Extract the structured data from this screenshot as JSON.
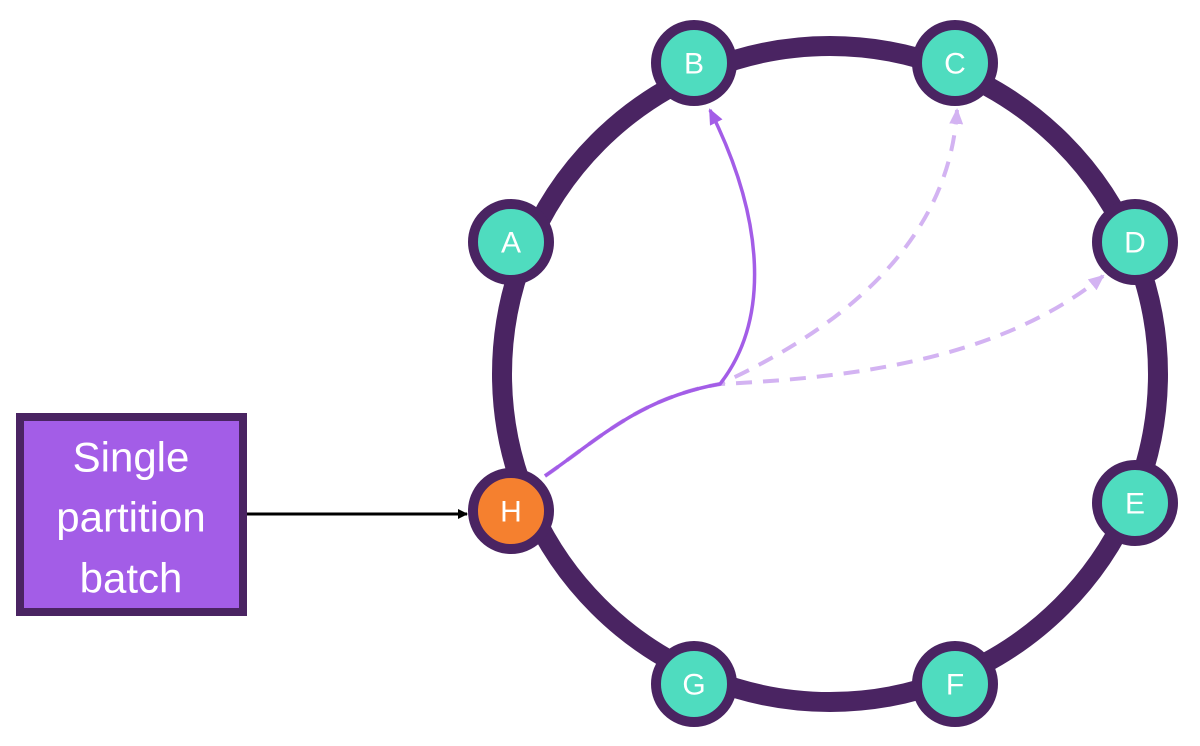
{
  "colors": {
    "ring": "#4a2462",
    "node_fill": "#4fdcbf",
    "node_border": "#4a2462",
    "coordinator_fill": "#f5802f",
    "batch_fill": "#a35de7",
    "batch_border": "#4a2462",
    "replica_arrow": "#a35de7",
    "replica_arrow_dashed": "#d3b3f2",
    "input_arrow": "#000000",
    "label_text": "#ffffff"
  },
  "batch": {
    "lines": [
      "Single",
      "partition",
      "batch"
    ]
  },
  "ring": {
    "nodes": [
      {
        "id": "A",
        "label": "A",
        "role": "replica"
      },
      {
        "id": "B",
        "label": "B",
        "role": "replica"
      },
      {
        "id": "C",
        "label": "C",
        "role": "replica"
      },
      {
        "id": "D",
        "label": "D",
        "role": "replica"
      },
      {
        "id": "E",
        "label": "E",
        "role": "replica"
      },
      {
        "id": "F",
        "label": "F",
        "role": "replica"
      },
      {
        "id": "G",
        "label": "G",
        "role": "replica"
      },
      {
        "id": "H",
        "label": "H",
        "role": "coordinator"
      }
    ]
  },
  "edges": [
    {
      "from": "batch",
      "to": "H",
      "style": "solid",
      "color_key": "input_arrow"
    },
    {
      "from": "H",
      "to": "B",
      "style": "solid",
      "color_key": "replica_arrow"
    },
    {
      "from": "H",
      "to": "C",
      "style": "dashed",
      "color_key": "replica_arrow_dashed"
    },
    {
      "from": "H",
      "to": "D",
      "style": "dashed",
      "color_key": "replica_arrow_dashed"
    }
  ]
}
